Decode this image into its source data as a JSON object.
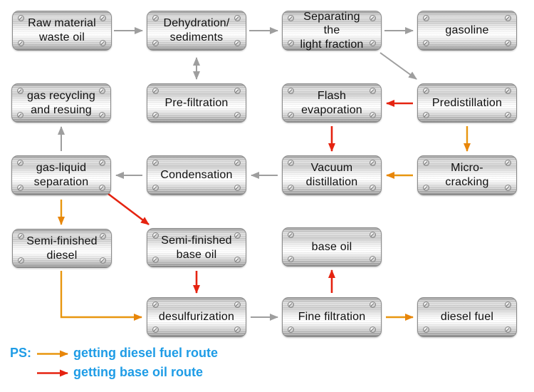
{
  "nodes": [
    {
      "id": "raw-material-waste-oil",
      "label": "Raw material\nwaste oil"
    },
    {
      "id": "dehydration-sediments",
      "label": "Dehydration/\nsediments"
    },
    {
      "id": "separating-the-light-fraction",
      "label": "Separating the\nlight fraction"
    },
    {
      "id": "gasoline",
      "label": "gasoline"
    },
    {
      "id": "gas-recycling-and-resuing",
      "label": "gas recycling\nand resuing"
    },
    {
      "id": "pre-filtration",
      "label": "Pre-filtration"
    },
    {
      "id": "flash-evaporation",
      "label": "Flash\nevaporation"
    },
    {
      "id": "predistillation",
      "label": "Predistillation"
    },
    {
      "id": "gas-liquid-separation",
      "label": "gas-liquid\nseparation"
    },
    {
      "id": "condensation",
      "label": "Condensation"
    },
    {
      "id": "vacuum-distillation",
      "label": "Vacuum\ndistillation"
    },
    {
      "id": "micro-cracking",
      "label": "Micro-cracking"
    },
    {
      "id": "semi-finished-diesel",
      "label": "Semi-finished\ndiesel"
    },
    {
      "id": "semi-finished-base-oil",
      "label": "Semi-finished\nbase oil"
    },
    {
      "id": "base-oil",
      "label": "base oil"
    },
    {
      "id": "desulfurization",
      "label": "desulfurization"
    },
    {
      "id": "fine-filtration",
      "label": "Fine filtration"
    },
    {
      "id": "diesel-fuel",
      "label": "diesel fuel"
    }
  ],
  "edges": [
    {
      "from": "raw-material-waste-oil",
      "to": "dehydration-sediments",
      "route": "main"
    },
    {
      "from": "dehydration-sediments",
      "to": "separating-the-light-fraction",
      "route": "main"
    },
    {
      "from": "separating-the-light-fraction",
      "to": "gasoline",
      "route": "main"
    },
    {
      "from": "dehydration-sediments",
      "to": "pre-filtration",
      "route": "main",
      "bidirectional": true
    },
    {
      "from": "separating-the-light-fraction",
      "to": "predistillation",
      "route": "main"
    },
    {
      "from": "predistillation",
      "to": "flash-evaporation",
      "route": "base-oil"
    },
    {
      "from": "flash-evaporation",
      "to": "vacuum-distillation",
      "route": "base-oil"
    },
    {
      "from": "predistillation",
      "to": "micro-cracking",
      "route": "diesel"
    },
    {
      "from": "micro-cracking",
      "to": "vacuum-distillation",
      "route": "diesel"
    },
    {
      "from": "vacuum-distillation",
      "to": "condensation",
      "route": "main"
    },
    {
      "from": "condensation",
      "to": "gas-liquid-separation",
      "route": "main"
    },
    {
      "from": "gas-liquid-separation",
      "to": "gas-recycling-and-resuing",
      "route": "main"
    },
    {
      "from": "gas-liquid-separation",
      "to": "semi-finished-diesel",
      "route": "diesel"
    },
    {
      "from": "gas-liquid-separation",
      "to": "semi-finished-base-oil",
      "route": "base-oil"
    },
    {
      "from": "semi-finished-base-oil",
      "to": "desulfurization",
      "route": "base-oil"
    },
    {
      "from": "semi-finished-diesel",
      "to": "desulfurization",
      "route": "diesel"
    },
    {
      "from": "desulfurization",
      "to": "fine-filtration",
      "route": "main"
    },
    {
      "from": "fine-filtration",
      "to": "base-oil",
      "route": "base-oil"
    },
    {
      "from": "fine-filtration",
      "to": "diesel-fuel",
      "route": "diesel"
    }
  ],
  "legend": {
    "ps_label": "PS:",
    "items": [
      {
        "label": "getting diesel fuel route",
        "color": "#e8960f"
      },
      {
        "label": "getting base oil route",
        "color": "#e52310"
      }
    ]
  },
  "colors": {
    "main_route_arrow": "#9e9e9e",
    "diesel_route_arrow": "#e8960f",
    "base_oil_route_arrow": "#e52310",
    "legend_text": "#1e9ce6",
    "node_text": "#0f0f0f"
  }
}
